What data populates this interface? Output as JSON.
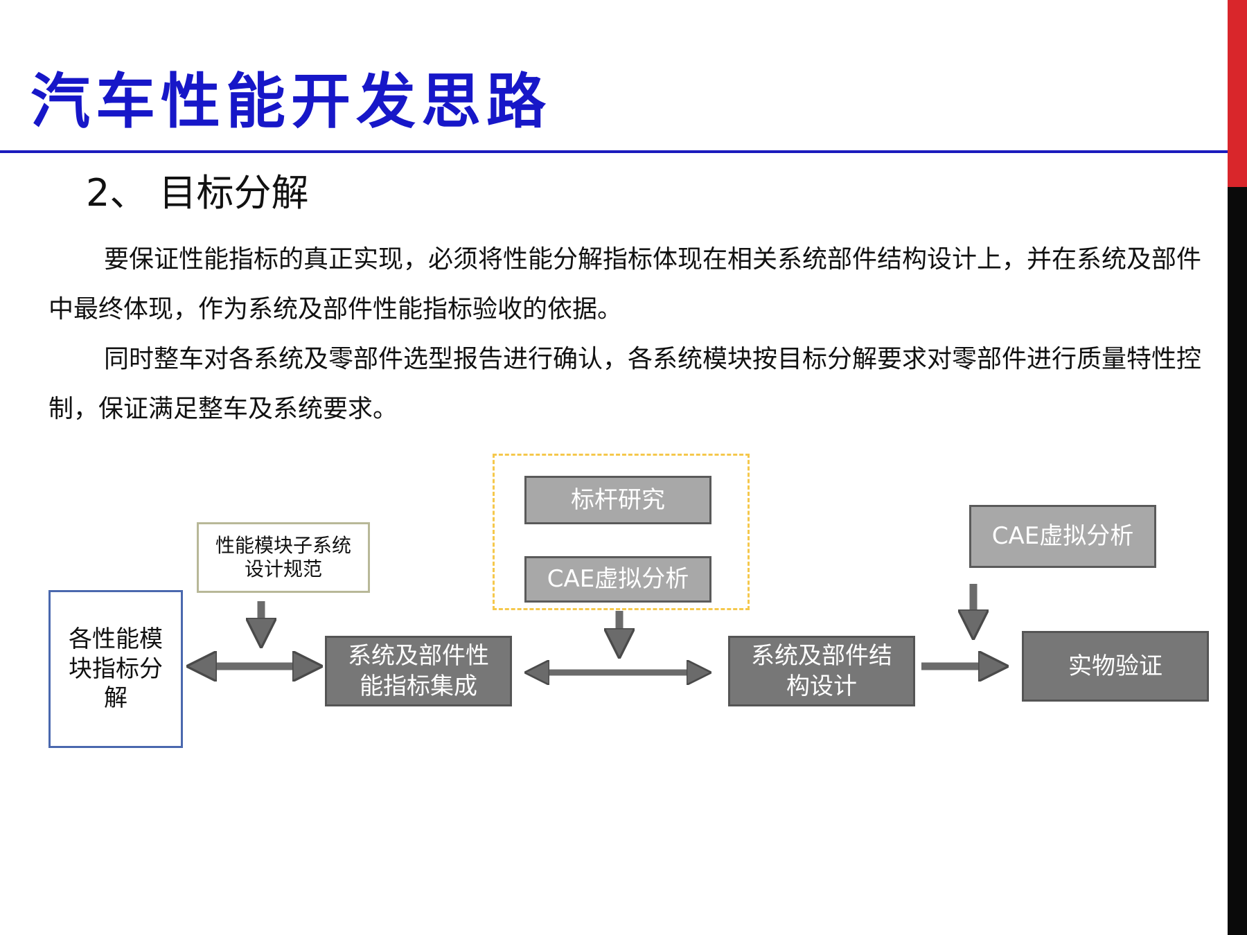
{
  "title": "汽车性能开发思路",
  "subtitle": "2、 目标分解",
  "paragraphs": [
    "要保证性能指标的真正实现，必须将性能分解指标体现在相关系统部件结构设计上，并在系统及部件中最终体现，作为系统及部件性能指标验收的依据。",
    "同时整车对各系统及零部件选型报告进行确认，各系统模块按目标分解要求对零部件进行质量特性控制，保证满足整车及系统要求。"
  ],
  "diagram": {
    "start": "各性能模块指标分解",
    "spec": "性能模块子系统设计规范",
    "integration": "系统及部件性能指标集成",
    "benchmark": "标杆研究",
    "cae_left": "CAE虚拟分析",
    "structure": "系统及部件结构设计",
    "cae_right": "CAE虚拟分析",
    "verify": "实物验证"
  },
  "colors": {
    "title": "#1717c8",
    "rule": "#1b1bbd",
    "side_red": "#d9262b",
    "side_black": "#0a0a0a",
    "box_light": "#a8a8a8",
    "box_dark": "#777777",
    "arrow": "#6b6b6b",
    "dashed": "#f5c84c"
  }
}
